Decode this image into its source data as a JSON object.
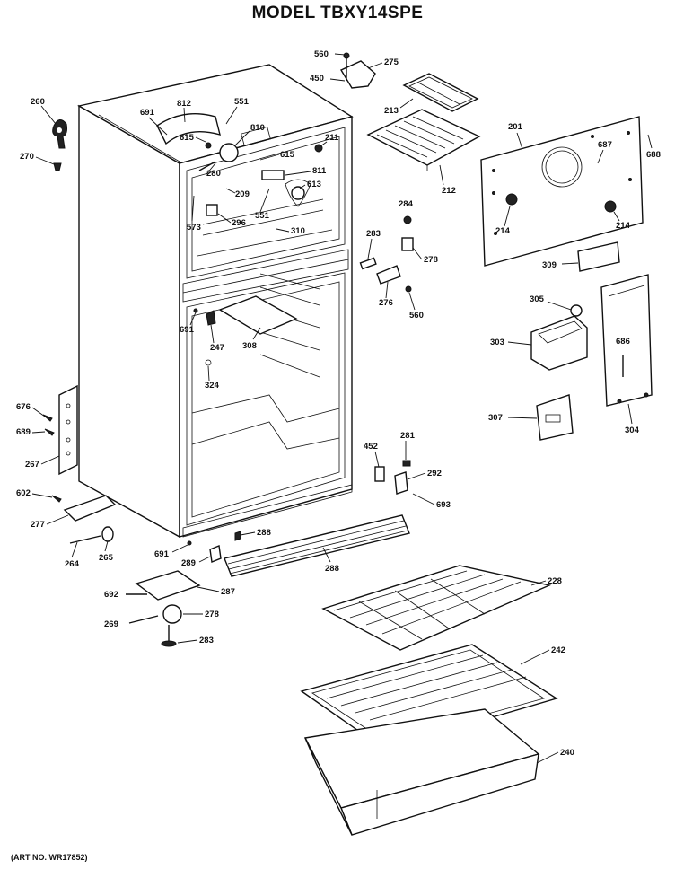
{
  "title": "MODEL TBXY14SPE",
  "art_number": "(ART NO. WR17852)",
  "callouts": [
    {
      "id": "c560a",
      "text": "560"
    },
    {
      "id": "c275",
      "text": "275"
    },
    {
      "id": "c450",
      "text": "450"
    },
    {
      "id": "c260",
      "text": "260"
    },
    {
      "id": "c812",
      "text": "812"
    },
    {
      "id": "c551a",
      "text": "551"
    },
    {
      "id": "c691a",
      "text": "691"
    },
    {
      "id": "c615a",
      "text": "615"
    },
    {
      "id": "c810",
      "text": "810"
    },
    {
      "id": "c213",
      "text": "213"
    },
    {
      "id": "c201",
      "text": "201"
    },
    {
      "id": "c270a",
      "text": "270"
    },
    {
      "id": "c211",
      "text": "211"
    },
    {
      "id": "c615b",
      "text": "615"
    },
    {
      "id": "c280",
      "text": "280"
    },
    {
      "id": "c811",
      "text": "811"
    },
    {
      "id": "c687",
      "text": "687"
    },
    {
      "id": "c688a",
      "text": "688"
    },
    {
      "id": "c212",
      "text": "212"
    },
    {
      "id": "c209",
      "text": "209"
    },
    {
      "id": "c613",
      "text": "613"
    },
    {
      "id": "c573",
      "text": "573"
    },
    {
      "id": "c551b",
      "text": "551"
    },
    {
      "id": "c296",
      "text": "296"
    },
    {
      "id": "c310",
      "text": "310"
    },
    {
      "id": "c284",
      "text": "284"
    },
    {
      "id": "c214a",
      "text": "214"
    },
    {
      "id": "c214b",
      "text": "214"
    },
    {
      "id": "c283a",
      "text": "283"
    },
    {
      "id": "c278a",
      "text": "278"
    },
    {
      "id": "c309",
      "text": "309"
    },
    {
      "id": "c276",
      "text": "276"
    },
    {
      "id": "c560b",
      "text": "560"
    },
    {
      "id": "c305",
      "text": "305"
    },
    {
      "id": "c691b",
      "text": "691"
    },
    {
      "id": "c247",
      "text": "247"
    },
    {
      "id": "c308",
      "text": "308"
    },
    {
      "id": "c303",
      "text": "303"
    },
    {
      "id": "c686",
      "text": "686"
    },
    {
      "id": "c324",
      "text": "324"
    },
    {
      "id": "c676",
      "text": "676"
    },
    {
      "id": "c689",
      "text": "689"
    },
    {
      "id": "c307",
      "text": "307"
    },
    {
      "id": "c304",
      "text": "304"
    },
    {
      "id": "c267",
      "text": "267"
    },
    {
      "id": "c452",
      "text": "452"
    },
    {
      "id": "c281",
      "text": "281"
    },
    {
      "id": "c292",
      "text": "292"
    },
    {
      "id": "c602",
      "text": "602"
    },
    {
      "id": "c693",
      "text": "693"
    },
    {
      "id": "c277",
      "text": "277"
    },
    {
      "id": "c288a",
      "text": "288"
    },
    {
      "id": "c264",
      "text": "264"
    },
    {
      "id": "c265",
      "text": "265"
    },
    {
      "id": "c691c",
      "text": "691"
    },
    {
      "id": "c289",
      "text": "289"
    },
    {
      "id": "c288b",
      "text": "288"
    },
    {
      "id": "c228",
      "text": "228"
    },
    {
      "id": "c692",
      "text": "692"
    },
    {
      "id": "c287",
      "text": "287"
    },
    {
      "id": "c269",
      "text": "269"
    },
    {
      "id": "c278b",
      "text": "278"
    },
    {
      "id": "c283b",
      "text": "283"
    },
    {
      "id": "c242",
      "text": "242"
    },
    {
      "id": "c240",
      "text": "240"
    }
  ]
}
